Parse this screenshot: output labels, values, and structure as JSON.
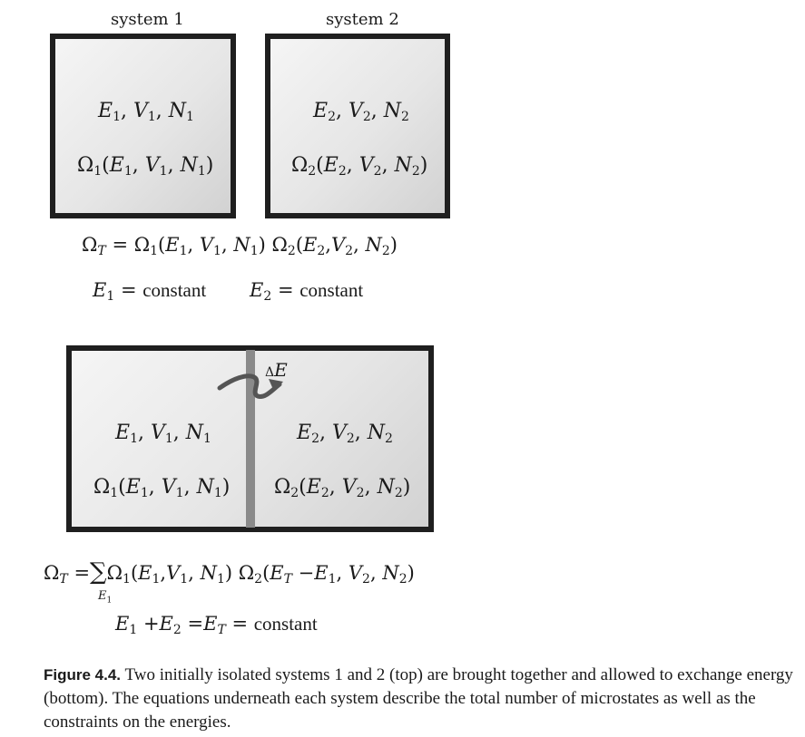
{
  "top": {
    "system1_label": "system 1",
    "system2_label": "system 2",
    "box1": {
      "vars": [
        "E",
        "1",
        "V",
        "1",
        "N",
        "1"
      ],
      "omega_sub": "1",
      "args": [
        "E",
        "1",
        "V",
        "1",
        "N",
        "1"
      ]
    },
    "box2": {
      "vars": [
        "E",
        "2",
        "V",
        "2",
        "N",
        "2"
      ],
      "omega_sub": "2",
      "args": [
        "E",
        "2",
        "V",
        "2",
        "N",
        "2"
      ]
    },
    "total_eq": "Ω_T = Ω_1(E_1, V_1, N_1) Ω_2(E_2, V_2, N_2)",
    "constraint1": "E_1 = constant",
    "constraint2": "E_2 = constant",
    "constant_word": "constant"
  },
  "bottom": {
    "delta_label": "ΔE",
    "total_eq": "Ω_T = Σ_{E_1} Ω_1(E_1, V_1, N_1) Ω_2(E_T − E_1, V_2, N_2)",
    "sum_index": "E",
    "sum_index_sub": "1",
    "constraint": "E_1 + E_2 = E_T = constant",
    "constant_word": "constant"
  },
  "caption": {
    "figure_label": "Figure 4.4.",
    "text": "Two initially isolated systems 1 and 2 (top) are brought together and allowed to exchange energy (bottom). The equations underneath each system describe the total number of microstates as well as the constraints on the energies."
  }
}
